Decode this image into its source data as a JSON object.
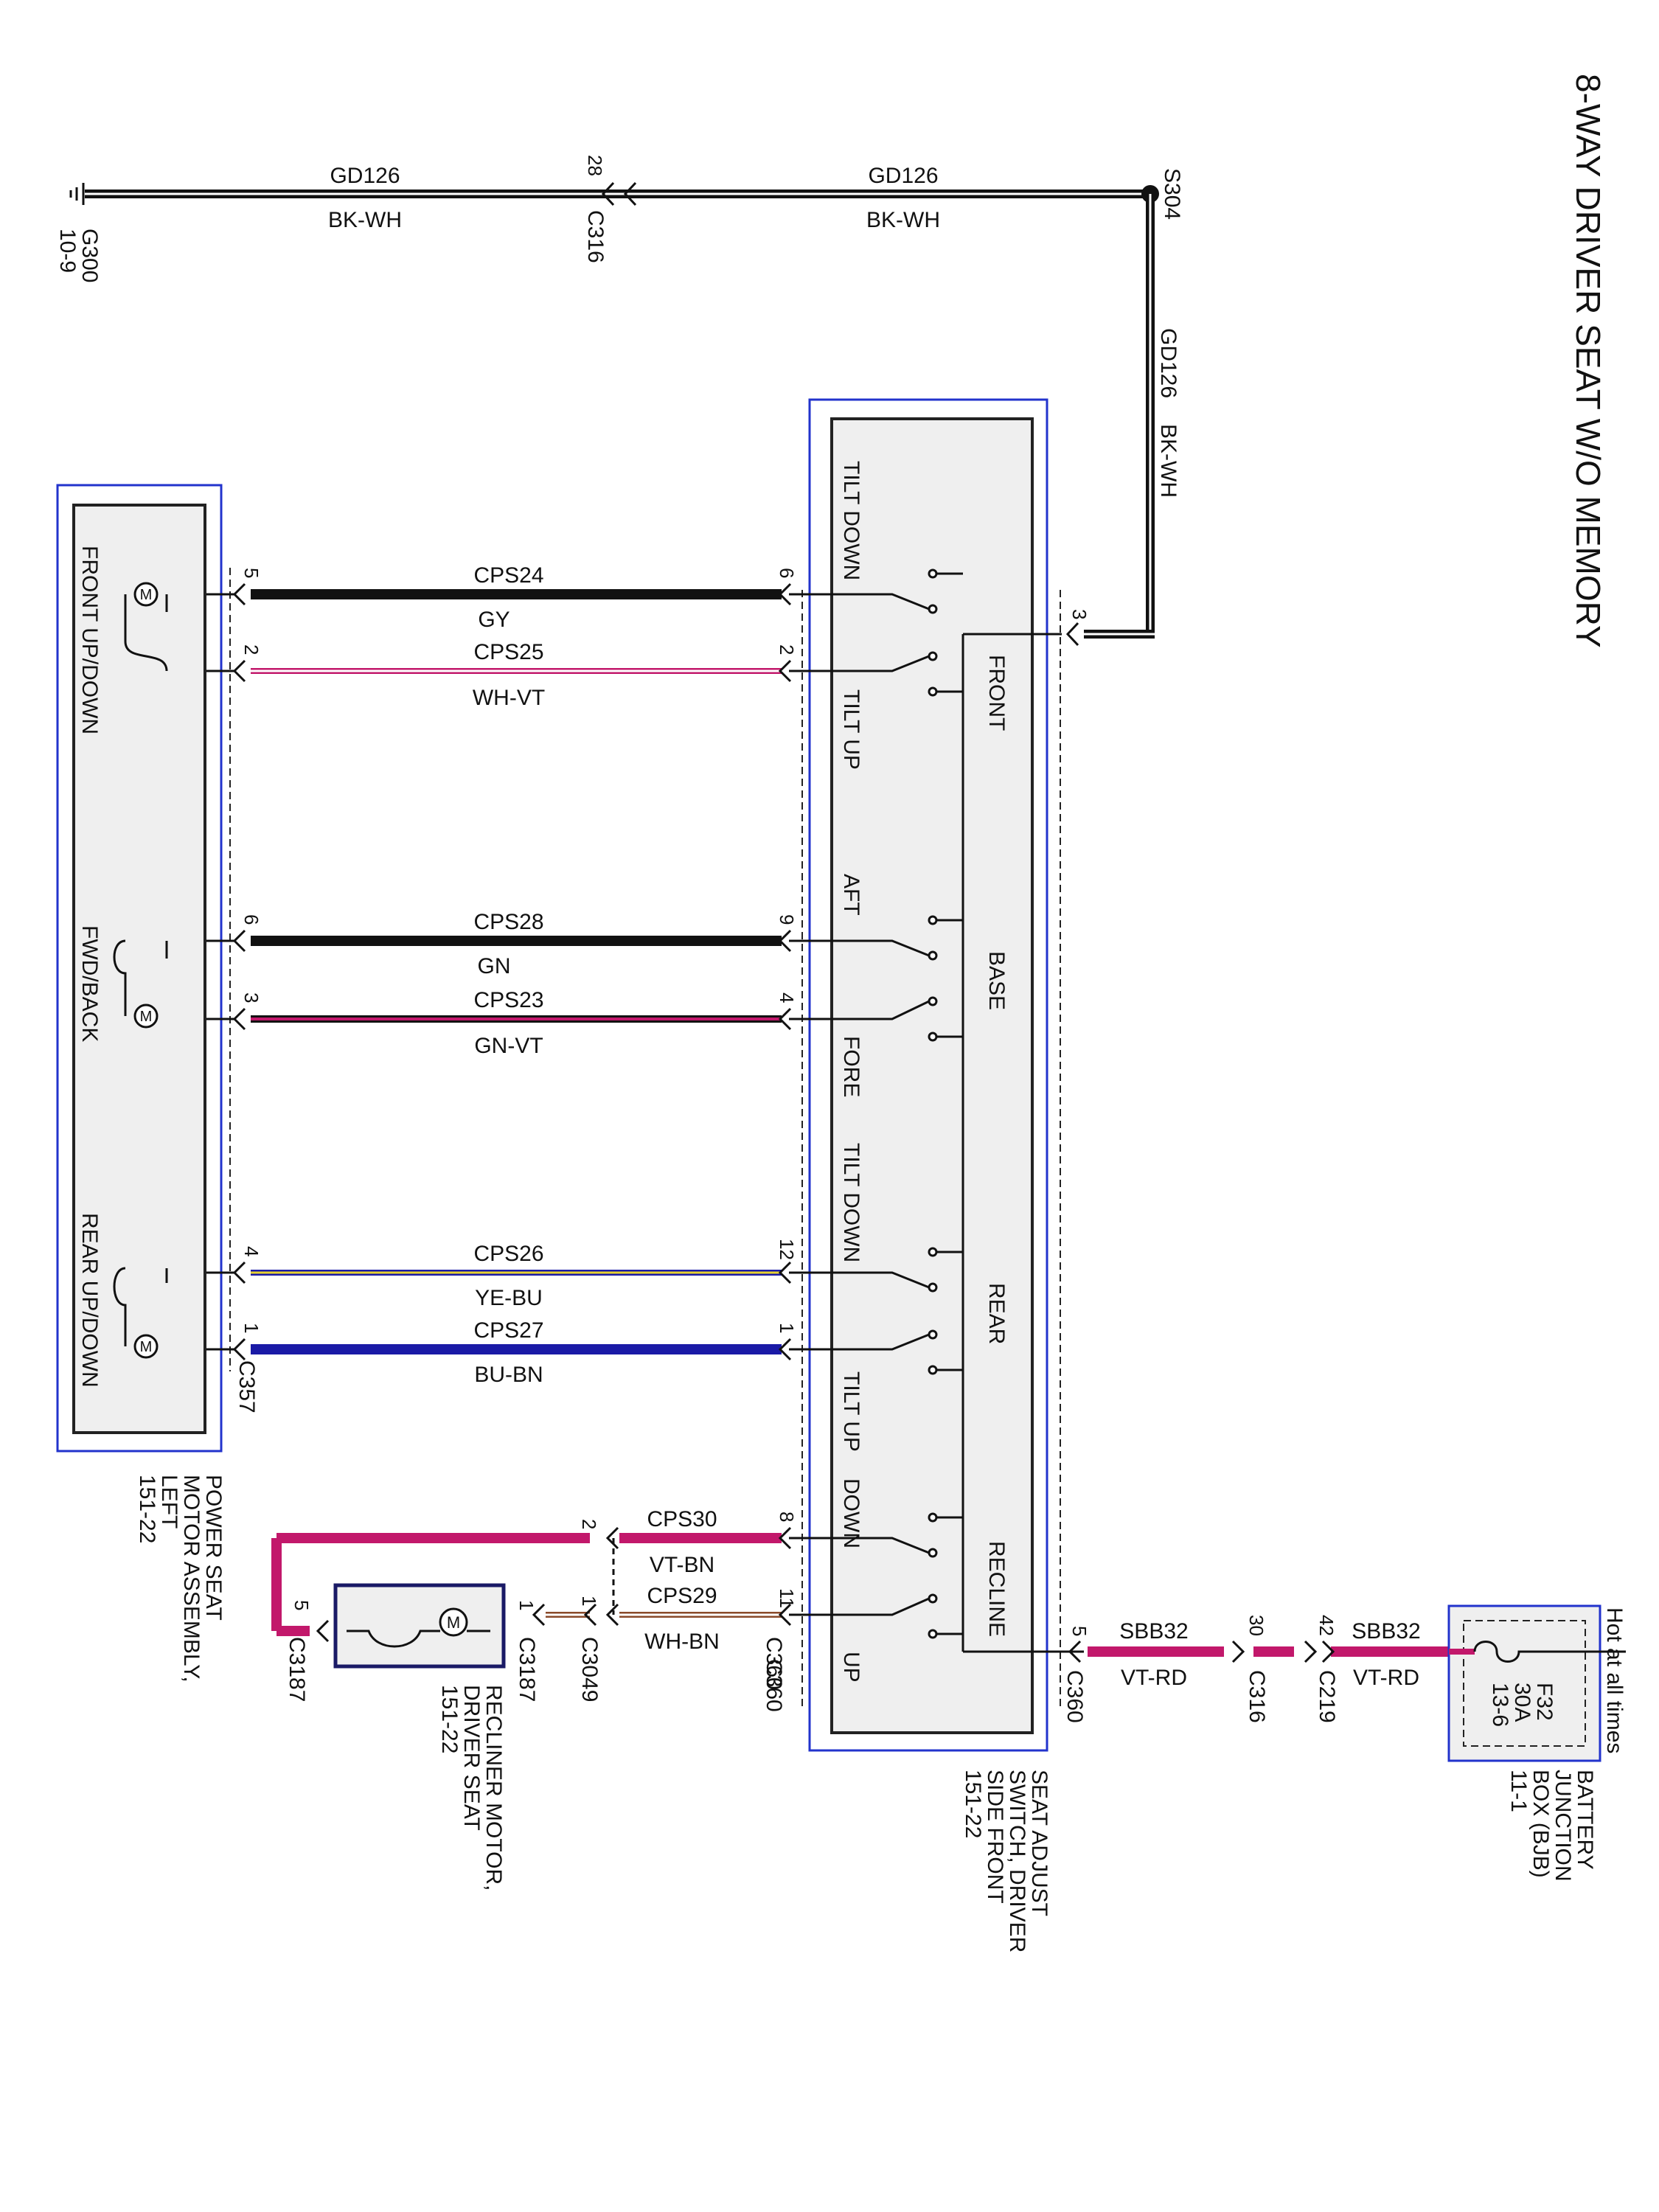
{
  "title": "8-WAY DRIVER SEAT W/O MEMORY",
  "ground": {
    "name": "G300",
    "page": "10-9"
  },
  "splice": {
    "name": "S304"
  },
  "ground_wires": [
    {
      "circuit": "GD126",
      "color": "BK-WH"
    },
    {
      "circuit": "GD126",
      "color": "BK-WH"
    },
    {
      "circuit": "GD126",
      "color": "BK-WH"
    }
  ],
  "c316_top": {
    "pin": "28",
    "name": "C316"
  },
  "switch": {
    "title_lines": [
      "SEAT ADJUST",
      "SWITCH, DRIVER",
      "SIDE FRONT",
      "151-22"
    ],
    "sections": [
      "FRONT",
      "BASE",
      "REAR",
      "RECLINE"
    ],
    "positions": [
      "TILT DOWN",
      "TILT UP",
      "AFT",
      "FORE",
      "TILT DOWN",
      "TILT UP",
      "DOWN",
      "UP"
    ],
    "connector": "C360",
    "feed_pin": "3",
    "power_pin": "5"
  },
  "motor_assembly": {
    "title_lines": [
      "POWER SEAT",
      "MOTOR ASSEMBLY,",
      "LEFT",
      "151-22"
    ],
    "motors": [
      "FRONT UP/DOWN",
      "FWD/BACK",
      "REAR UP/DOWN"
    ],
    "connector": "C357"
  },
  "motor_wires": [
    {
      "circuit": "CPS24",
      "color": "GY",
      "motor_pin": "5",
      "switch_pin": "6"
    },
    {
      "circuit": "CPS25",
      "color": "WH-VT",
      "motor_pin": "2",
      "switch_pin": "2"
    },
    {
      "circuit": "CPS28",
      "color": "GN",
      "motor_pin": "6",
      "switch_pin": "9"
    },
    {
      "circuit": "CPS23",
      "color": "GN-VT",
      "motor_pin": "3",
      "switch_pin": "4"
    },
    {
      "circuit": "CPS26",
      "color": "YE-BU",
      "motor_pin": "4",
      "switch_pin": "12"
    },
    {
      "circuit": "CPS27",
      "color": "BU-BN",
      "motor_pin": "1",
      "switch_pin": "1"
    }
  ],
  "recliner_wires": [
    {
      "circuit": "CPS30",
      "color": "VT-BN",
      "c3049_pin": "2",
      "switch_pin": "8"
    },
    {
      "circuit": "CPS29",
      "color": "WH-BN",
      "c3049_pin": "1",
      "switch_pin": "11"
    }
  ],
  "recliner": {
    "title_lines": [
      "RECLINER MOTOR,",
      "DRIVER SEAT",
      "151-22"
    ],
    "connector": "C3187",
    "pin_a": "5",
    "pin_b": "1",
    "inline_connector": "C3049"
  },
  "power_wires": [
    {
      "circuit": "SBB32",
      "color": "VT-RD"
    },
    {
      "circuit": "SBB32",
      "color": "VT-RD"
    }
  ],
  "inline_power": [
    {
      "pin": "30",
      "name": "C316"
    },
    {
      "pin": "42",
      "name": "C219"
    }
  ],
  "bjb": {
    "hot": "Hot at all times",
    "fuse": "F32",
    "rating": "30A",
    "page": "13-6",
    "title_lines": [
      "BATTERY",
      "JUNCTION",
      "BOX (BJB)",
      "11-1"
    ]
  },
  "colors": {
    "black": "#111111",
    "magenta": "#c2186b",
    "blue": "#1a1aa6",
    "frame": "#2233cc",
    "panel": "#efefef"
  }
}
